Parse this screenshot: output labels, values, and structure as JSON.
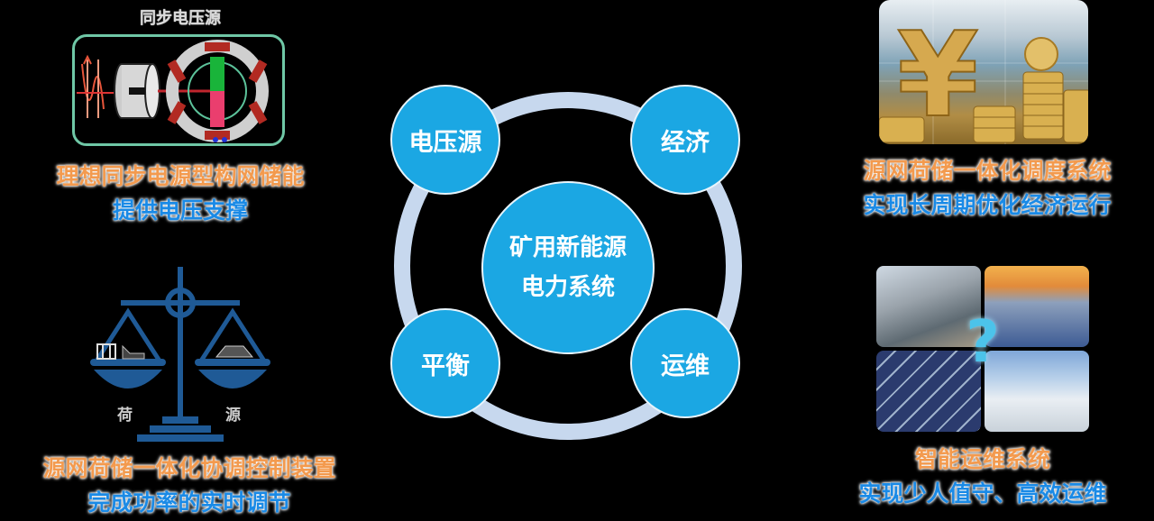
{
  "center_diagram": {
    "center_label_line1": "矿用新能源",
    "center_label_line2": "电力系统",
    "nodes": [
      {
        "label": "电压源",
        "position": "top-left"
      },
      {
        "label": "经济",
        "position": "top-right"
      },
      {
        "label": "平衡",
        "position": "bottom-left"
      },
      {
        "label": "运维",
        "position": "bottom-right"
      }
    ],
    "node_color": "#1ba7e3",
    "ring_color": "#c7d8ee"
  },
  "panels": {
    "top_left": {
      "figure_title": "同步电压源",
      "caption_line1": "理想同步电源型构网储能",
      "caption_line2": "提供电压支撑"
    },
    "bottom_left": {
      "scale_labels": {
        "left": "荷",
        "right": "源"
      },
      "caption_line1": "源网荷储一体化协调控制装置",
      "caption_line2": "完成功率的实时调节"
    },
    "top_right": {
      "image": "yuan-coins-photo",
      "caption_line1": "源网荷储一体化调度系统",
      "caption_line2": "实现长周期优化经济运行"
    },
    "bottom_right": {
      "image": "mine-solar-wind-collage",
      "overlay_symbol": "?",
      "caption_line1": "智能运维系统",
      "caption_line2": "实现少人值守、高效运维"
    }
  },
  "colors": {
    "caption_orange": "#f39a4e",
    "caption_blue": "#1a8ae6",
    "scale_blue": "#1f5a96",
    "background": "#000000"
  }
}
